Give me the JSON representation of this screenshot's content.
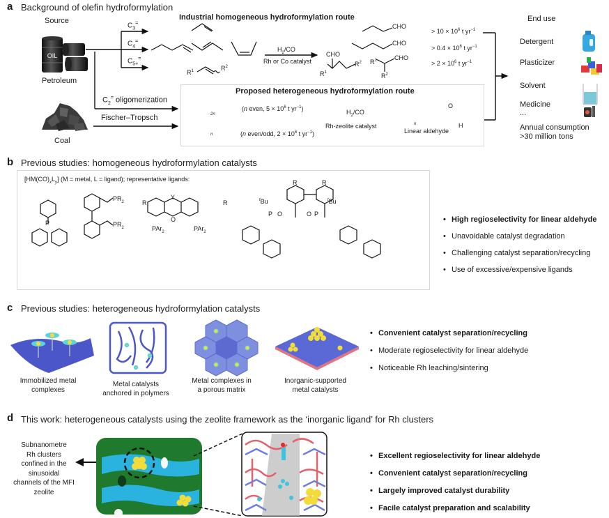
{
  "panel_a": {
    "letter": "a",
    "title": "Background of olefin hydroformylation",
    "source_label": "Source",
    "sources": [
      {
        "name": "Petroleum",
        "icon": "oil-barrels-icon",
        "barrel_text": "OIL"
      },
      {
        "name": "Coal",
        "icon": "coal-pile-icon"
      }
    ],
    "feed_labels": [
      "C3=",
      "C4=",
      "C5+="
    ],
    "feed_labels_parts": [
      {
        "base": "C",
        "sub": "3",
        "sup": "="
      },
      {
        "base": "C",
        "sub": "4",
        "sup": "="
      },
      {
        "base": "C",
        "sub": "5+",
        "sup": "="
      }
    ],
    "olefin_substituents": {
      "r1": "R",
      "r1_sup": "1",
      "r2": "R",
      "r2_sup": "2"
    },
    "industrial_route": {
      "title": "Industrial homogeneous hydroformylation route",
      "reagent": "H2/CO",
      "reagent_parts": {
        "a": "H",
        "sub": "2",
        "b": "/CO"
      },
      "catalyst": "Rh or Co catalyst",
      "branched_product": "CHO",
      "products": [
        "CHO",
        "CHO",
        "CHO"
      ],
      "volumes": [
        {
          "prefix": "> 10 × 10",
          "exp": "6",
          "unit": " t yr",
          "unit_exp": "−1"
        },
        {
          "prefix": "> 0.4 × 10",
          "exp": "6",
          "unit": " t yr",
          "unit_exp": "−1"
        },
        {
          "prefix": "> 2 × 10",
          "exp": "6",
          "unit": " t yr",
          "unit_exp": "−1"
        }
      ]
    },
    "oligomerization_label": "C2= oligomerization",
    "oligomerization_parts": {
      "base": "C",
      "sub": "2",
      "sup": "=",
      "rest": " oligomerization"
    },
    "fischer_tropsch_label": "Fischer–Tropsch",
    "proposed_route": {
      "title": "Proposed heterogeneous hydroformylation route",
      "feed_1": {
        "subscript": "2n",
        "note_pre": "(",
        "note_n": "n",
        "note_mid": " even, 5 × 10",
        "exp": "6",
        "unit": " t yr",
        "unit_exp": "−1",
        "close": ")"
      },
      "feed_2": {
        "subscript": "n",
        "note_pre": "(",
        "note_n": "n",
        "note_mid": " even/odd, 2 × 10",
        "exp": "6",
        "unit": " t yr",
        "unit_exp": "−1",
        "close": ")"
      },
      "reagent_parts": {
        "a": "H",
        "sub": "2",
        "b": "/CO"
      },
      "catalyst": "Rh-zeolite catalyst",
      "product_subscript": "n",
      "product_label": "Linear aldehyde",
      "atom_o": "O",
      "atom_h": "H"
    },
    "end_use": {
      "title": "End use",
      "items": [
        {
          "label": "Detergent",
          "icon": "detergent-bottle-icon"
        },
        {
          "label": "Plasticizer",
          "icon": "plastic-blocks-icon"
        },
        {
          "label": "Solvent",
          "icon": "beaker-icon"
        },
        {
          "label": "Medicine",
          "icon": "medicine-bottle-icon"
        }
      ],
      "ellipsis": "...",
      "annual_line1": "Annual consumption",
      "annual_line2": ">30 million tons"
    }
  },
  "panel_b": {
    "letter": "b",
    "title": "Previous studies: homogeneous hydroformylation catalysts",
    "formula_parts": {
      "a": "[HM(CO)",
      "x": "x",
      "b": "L",
      "y": "y",
      "c": "] (M = metal, L = ligand); representative ligands:"
    },
    "ligand_labels": {
      "p": "P",
      "pr2": "PR",
      "pr2_sub": "2",
      "r": "R",
      "y": "Y",
      "o": "O",
      "par2": "PAr",
      "par2_sub": "2",
      "tbu_sup": "t",
      "tbu": "Bu"
    },
    "bullets": [
      {
        "text": "High regioselectivity for linear aldehyde",
        "bold": true
      },
      {
        "text": "Unavoidable catalyst degradation",
        "bold": false
      },
      {
        "text": "Challenging catalyst separation/recycling",
        "bold": false
      },
      {
        "text": "Use of excessive/expensive ligands",
        "bold": false
      }
    ]
  },
  "panel_c": {
    "letter": "c",
    "title": "Previous studies: heterogeneous hydroformylation catalysts",
    "catalysts": [
      {
        "line1": "Immobilized metal",
        "line2": "complexes",
        "icon": "immobilized-complex-surface-icon"
      },
      {
        "line1": "Metal catalysts",
        "line2": "anchored in polymers",
        "icon": "polymer-cage-icon"
      },
      {
        "line1": "Metal complexes in",
        "line2": "a porous matrix",
        "icon": "porous-honeycomb-icon"
      },
      {
        "line1": "Inorganic-supported",
        "line2": "metal catalysts",
        "icon": "supported-cluster-lattice-icon"
      }
    ],
    "bullets": [
      {
        "text": "Convenient catalyst separation/recycling",
        "bold": true
      },
      {
        "text": "Moderate regioselectivity for linear aldehyde",
        "bold": false
      },
      {
        "text": "Noticeable Rh leaching/sintering",
        "bold": false
      }
    ]
  },
  "panel_d": {
    "letter": "d",
    "title": "This work: heterogeneous catalysts using the zeolite framework as the ‘inorganic ligand’ for Rh clusters",
    "callout_lines": [
      "Subnanometre",
      "Rh clusters",
      "confined in the",
      "sinusoidal",
      "channels of the MFI",
      "zeolite"
    ],
    "bullets": [
      {
        "text": "Excellent regioselectivity for linear aldehyde",
        "bold": true
      },
      {
        "text": "Convenient catalyst separation/recycling",
        "bold": true
      },
      {
        "text": "Largely improved catalyst durability",
        "bold": true
      },
      {
        "text": "Facile catalyst preparation and scalability",
        "bold": true
      }
    ]
  },
  "colors": {
    "zeolite_green": "#1f7a2e",
    "channel_blue": "#2bb3e0",
    "rh_yellow": "#f2dc3a",
    "framework_red": "#e5606a",
    "framework_blue": "#6f7fd8",
    "support_blue": "#5b69d6"
  }
}
